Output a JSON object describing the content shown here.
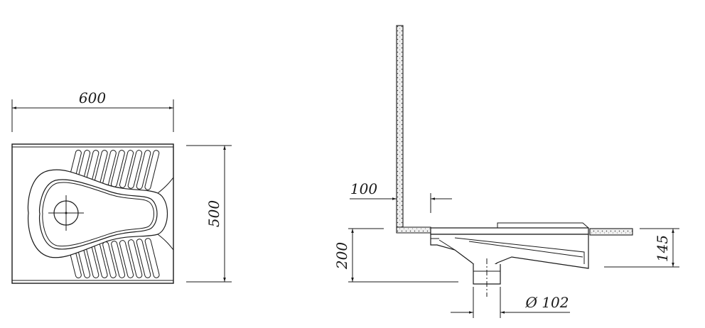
{
  "dimensions": {
    "plan_width": "600",
    "plan_depth": "500",
    "wall_thickness": "100",
    "floor_depth": "200",
    "pan_height": "145",
    "outlet_diameter": "Ø 102"
  },
  "colors": {
    "line": "#1a1a1a",
    "background": "#ffffff",
    "concrete": "#eeeeee"
  }
}
